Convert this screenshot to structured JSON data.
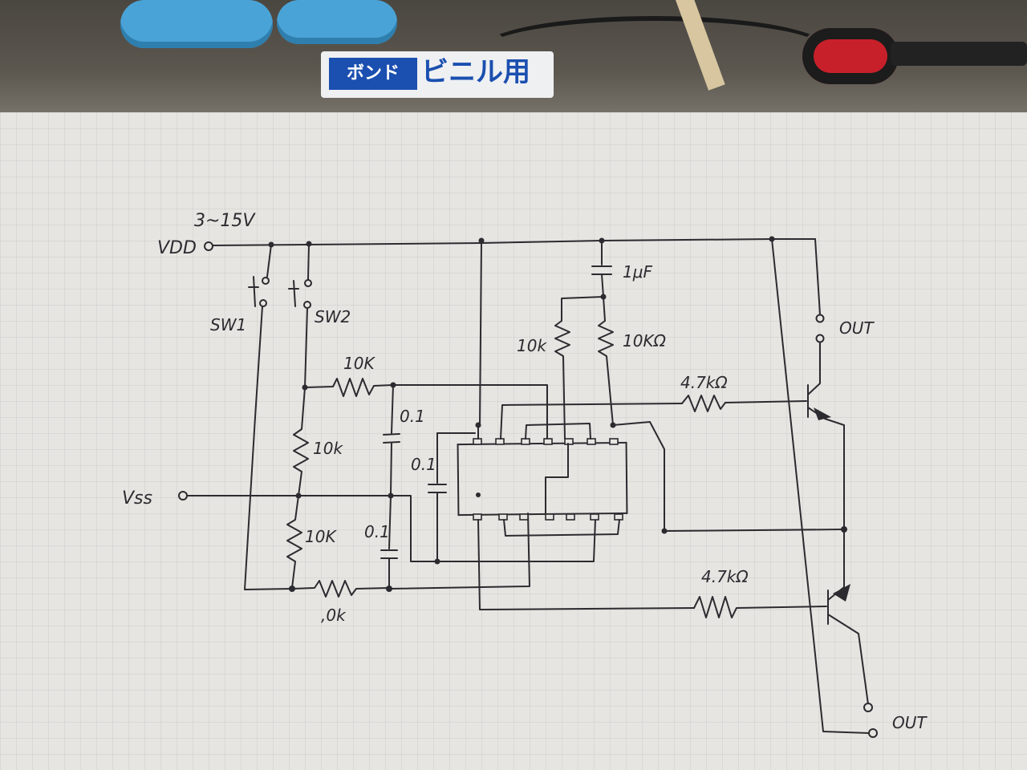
{
  "background": {
    "bond_logo": "ボンド",
    "bond_product": "ビニル用",
    "colors": {
      "paper": "#e6e5e1",
      "ink": "#2b2b30",
      "tape": "#4aa3d6",
      "bond_blue": "#1b4fb0",
      "screwdriver": "#c8202a"
    }
  },
  "schematic": {
    "supply_range": "3~15V",
    "vdd": "VDD",
    "vss": "Vss",
    "sw1": "SW1",
    "sw2": "SW2",
    "r_10k_top": "10K",
    "r_10k_mid": "10k",
    "r_10k_low": "10K",
    "r_10k_bottom": ",0k",
    "c_01_a": "0.1",
    "c_01_b": "0.1",
    "c_01_c": "0.1",
    "cap_1uf": "1μF",
    "r_10k_left_upper": "10k",
    "r_10k_ohm": "10KΩ",
    "r_47k_top": "4.7kΩ",
    "r_47k_bottom": "4.7kΩ",
    "out_top": "OUT",
    "out_bottom": "OUT"
  }
}
